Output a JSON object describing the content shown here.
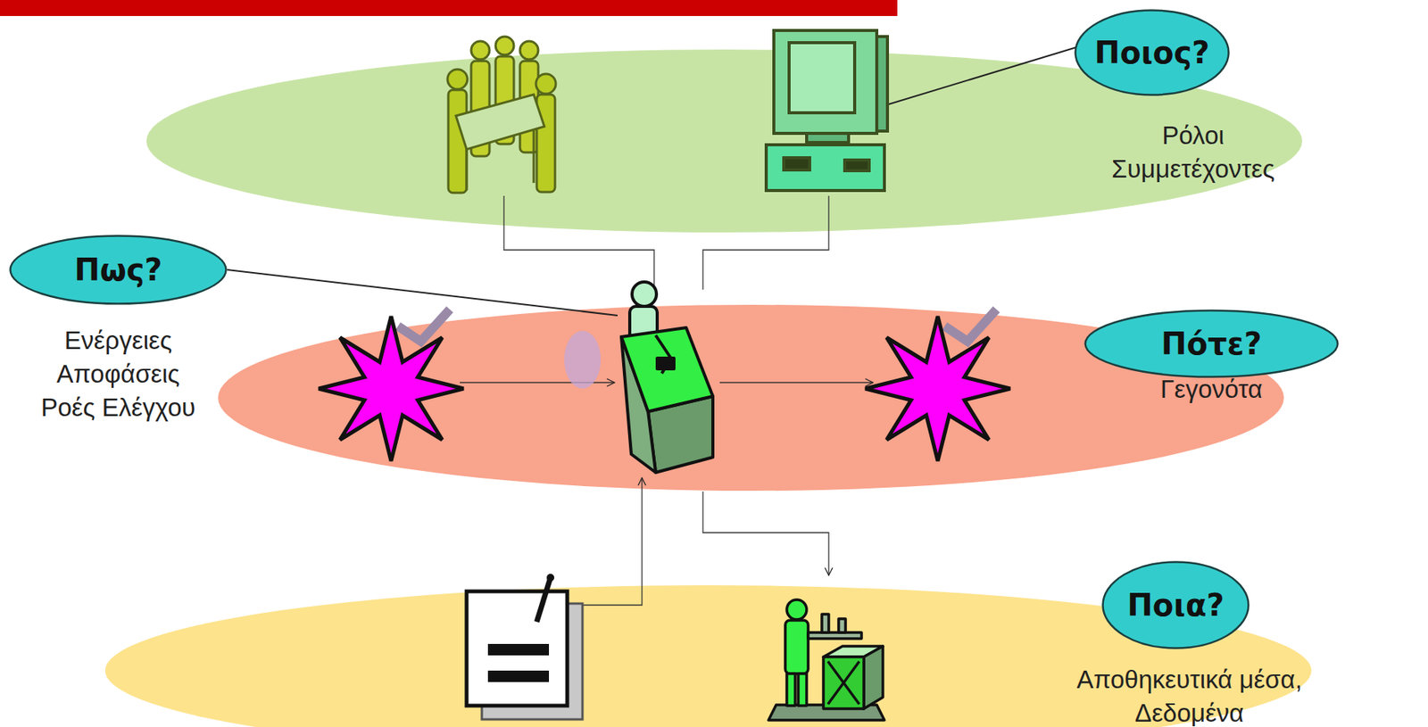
{
  "diagram": {
    "nodes": [
      {
        "text": [
          "Ποιος?",
          "Ρόλοι Συμμετέχοντες"
        ]
      },
      {
        "text": [
          "Πως?",
          "Ενέργειες Αποφάσεις Ροές Ελέγχου"
        ]
      },
      {
        "text": [
          "Πότε?",
          "Γεγονότα"
        ]
      },
      {
        "text": [
          "Ποια?",
          "Αποθηκευτικά μέσα, Δεδομένα"
        ]
      }
    ]
  }
}
